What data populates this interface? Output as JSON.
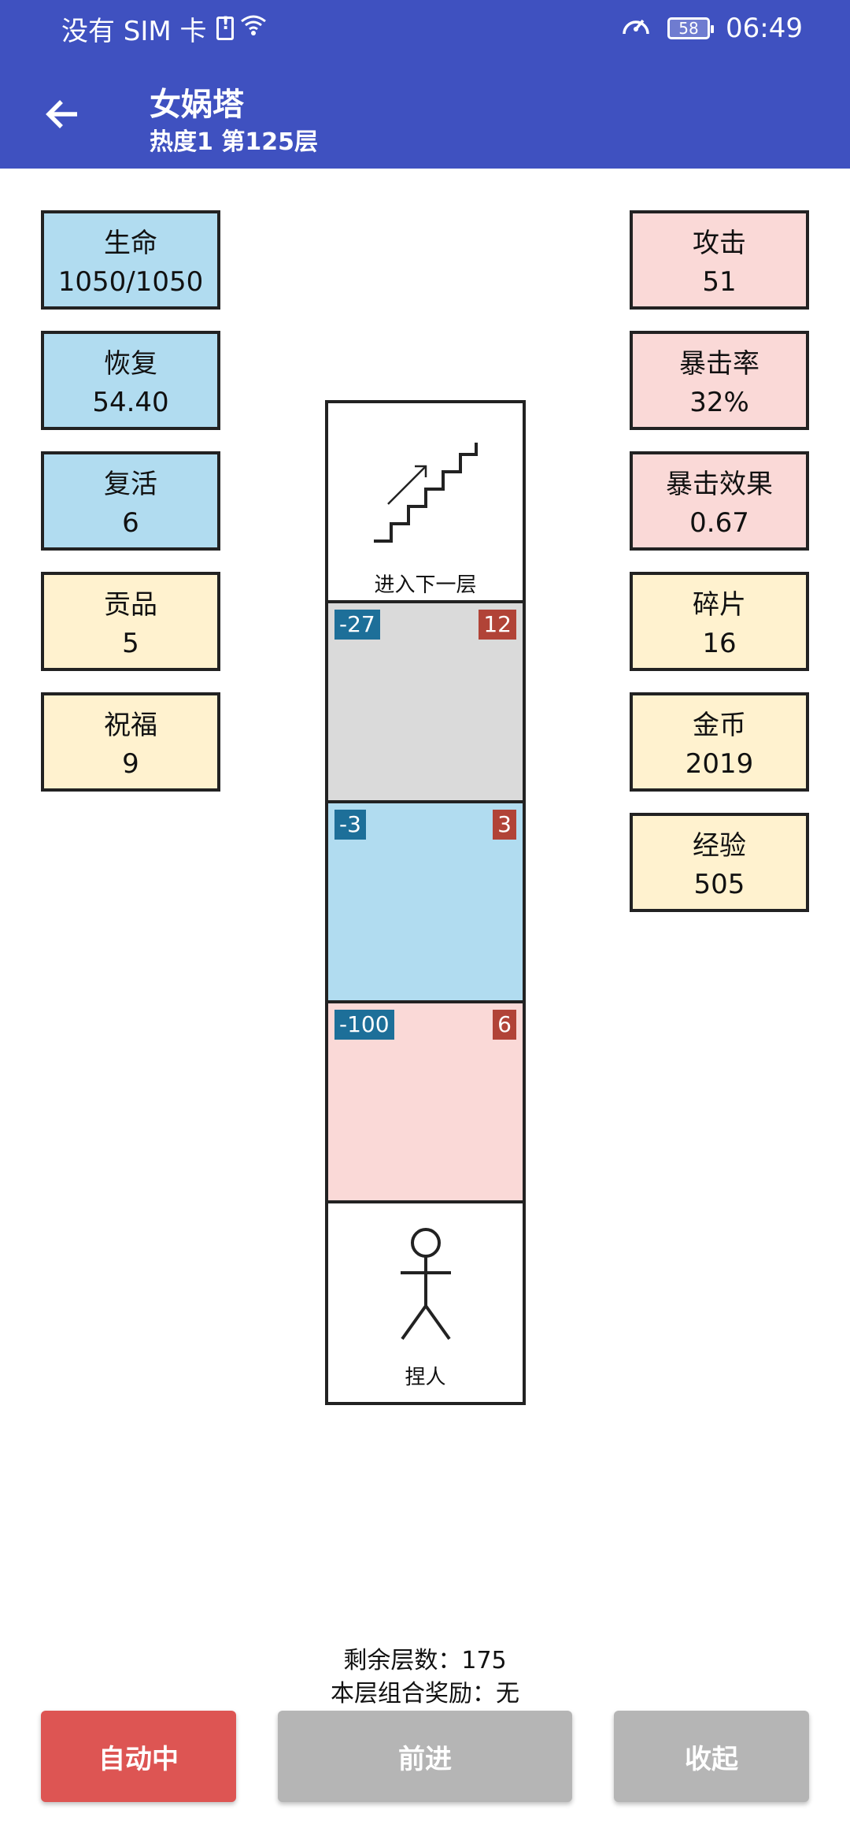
{
  "status_bar": {
    "carrier": "没有 SIM 卡",
    "battery": "58",
    "time": "06:49",
    "icons": [
      "sim-alert-icon",
      "wifi-icon",
      "speed-gauge-icon",
      "battery-icon"
    ]
  },
  "header": {
    "title": "女娲塔",
    "subtitle": "热度1 第125层",
    "back_icon": "arrow-left-icon"
  },
  "stats_left": [
    {
      "label": "生命",
      "value": "1050/1050"
    },
    {
      "label": "恢复",
      "value": "54.40"
    },
    {
      "label": "复活",
      "value": "6"
    },
    {
      "label": "贡品",
      "value": "5"
    },
    {
      "label": "祝福",
      "value": "9"
    }
  ],
  "stats_right": [
    {
      "label": "攻击",
      "value": "51"
    },
    {
      "label": "暴击率",
      "value": "32%"
    },
    {
      "label": "暴击效果",
      "value": "0.67"
    },
    {
      "label": "碎片",
      "value": "16"
    },
    {
      "label": "金币",
      "value": "2019"
    },
    {
      "label": "经验",
      "value": "505"
    }
  ],
  "tower": {
    "top_label": "进入下一层",
    "top_icon": "stairs-icon",
    "floors": [
      {
        "left": "-27",
        "right": "12"
      },
      {
        "left": "-3",
        "right": "3"
      },
      {
        "left": "-100",
        "right": "6"
      }
    ],
    "bottom_label": "捏人",
    "bottom_icon": "person-icon"
  },
  "info": {
    "remaining": "剩余层数：175",
    "bonus": "本层组合奖励：无"
  },
  "buttons": {
    "auto": "自动中",
    "forward": "前进",
    "collapse": "收起"
  },
  "colors": {
    "appbar": "#3f51c0",
    "blue_box": "#b1dcf0",
    "pink_box": "#fad9d7",
    "yellow_box": "#fff2cf",
    "red_button": "#dd5553",
    "gray_button": "#b5b5b5"
  }
}
